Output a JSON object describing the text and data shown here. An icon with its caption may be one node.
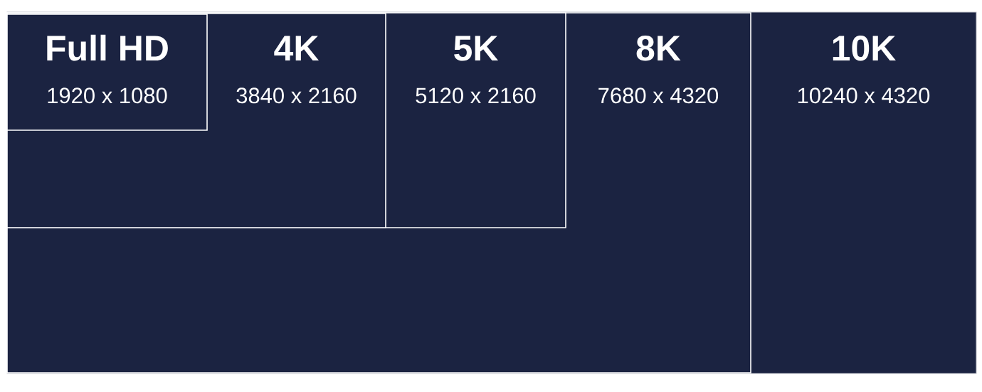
{
  "diagram": {
    "nodes": [
      {
        "text": [
          "10K",
          "10240 x 4320"
        ]
      },
      {
        "text": [
          "8K",
          "7680 x 4320"
        ],
        "in": 0
      },
      {
        "text": [
          "5K",
          "5120 x 2160"
        ],
        "in": 1
      },
      {
        "text": [
          "4K",
          "3840 x 2160"
        ],
        "in": 2
      },
      {
        "text": [
          "Full HD",
          "1920 x 1080"
        ],
        "in": 3
      }
    ]
  }
}
